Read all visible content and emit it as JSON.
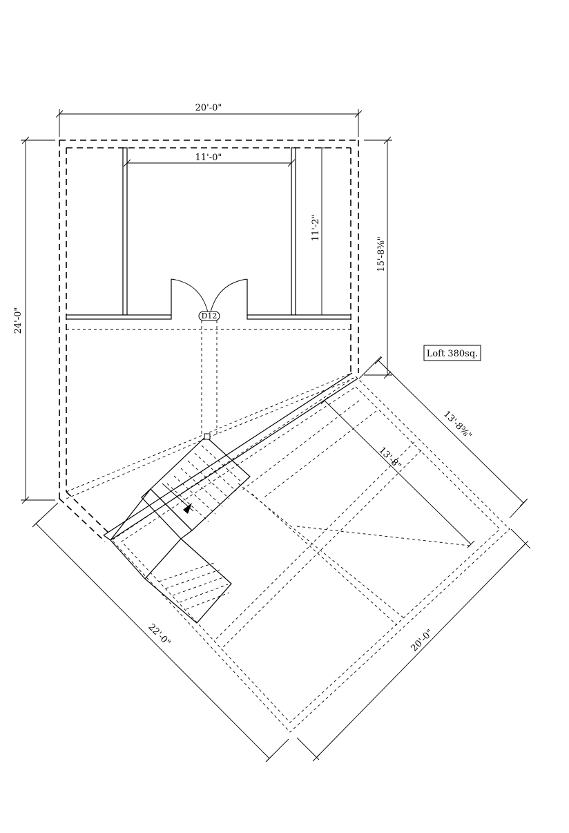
{
  "dimensions": {
    "top_width": "20'-0\"",
    "inner_width": "11'-0\"",
    "inner_depth": "11'-2\"",
    "right_height": "15'-8⅜\"",
    "left_height": "24'-0\"",
    "loft_top_right": "13'-8⅜\"",
    "loft_inner": "13'-8\"",
    "loft_bottom_right": "20'-0\"",
    "loft_bottom_left": "22'-0\""
  },
  "door_tag": "D12",
  "area_label": "Loft 380sq."
}
